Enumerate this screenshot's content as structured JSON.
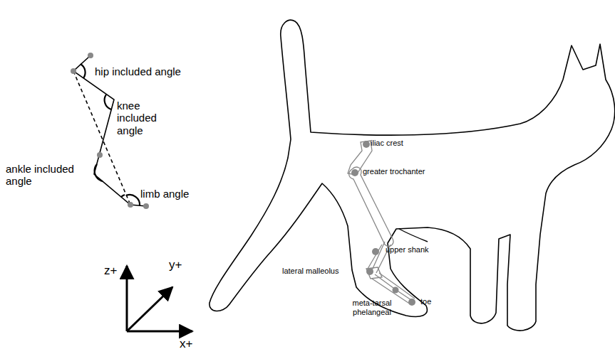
{
  "diagram": {
    "labels": [
      "hip included angle",
      "knee included angle",
      "ankle included angle",
      "limb angle",
      "z+",
      "y+",
      "x+",
      "iliac crest",
      "greater trochanter",
      "upper shank",
      "lateral malleolus",
      "meta-tarsal phelangeal",
      "toe"
    ]
  }
}
